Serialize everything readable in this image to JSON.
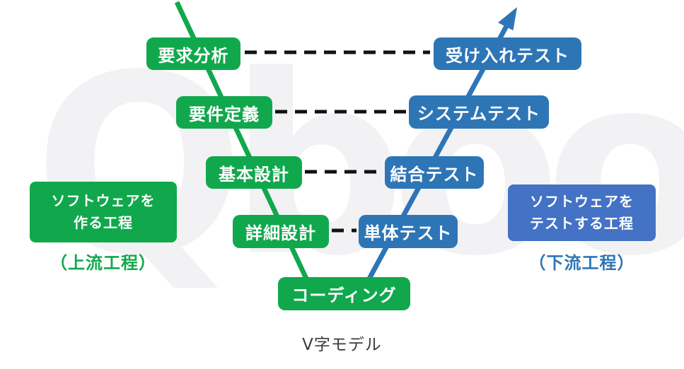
{
  "title": "V字モデル",
  "watermark": "Qbook",
  "colors": {
    "development_green": "#11a84d",
    "test_blue": "#2e75b6",
    "label_blue": "#4472c4",
    "dash_black": "#111111",
    "title_gray": "#3c3c3c",
    "watermark_gray": "#f2f2f4"
  },
  "stages": {
    "requirements_analysis": "要求分析",
    "requirements_definition": "要件定義",
    "basic_design": "基本設計",
    "detailed_design": "詳細設計",
    "coding": "コーディング",
    "acceptance_test": "受け入れテスト",
    "system_test": "システムテスト",
    "integration_test": "結合テスト",
    "unit_test": "単体テスト"
  },
  "links": [
    {
      "from": "要求分析",
      "to": "受け入れテスト"
    },
    {
      "from": "要件定義",
      "to": "システムテスト"
    },
    {
      "from": "基本設計",
      "to": "結合テスト"
    },
    {
      "from": "詳細設計",
      "to": "単体テスト"
    }
  ],
  "side_labels": {
    "left_line1": "ソフトウェアを",
    "left_line2": "作る工程",
    "left_caption": "（上流工程）",
    "right_line1": "ソフトウェアを",
    "right_line2": "テストする工程",
    "right_caption": "（下流工程）"
  }
}
